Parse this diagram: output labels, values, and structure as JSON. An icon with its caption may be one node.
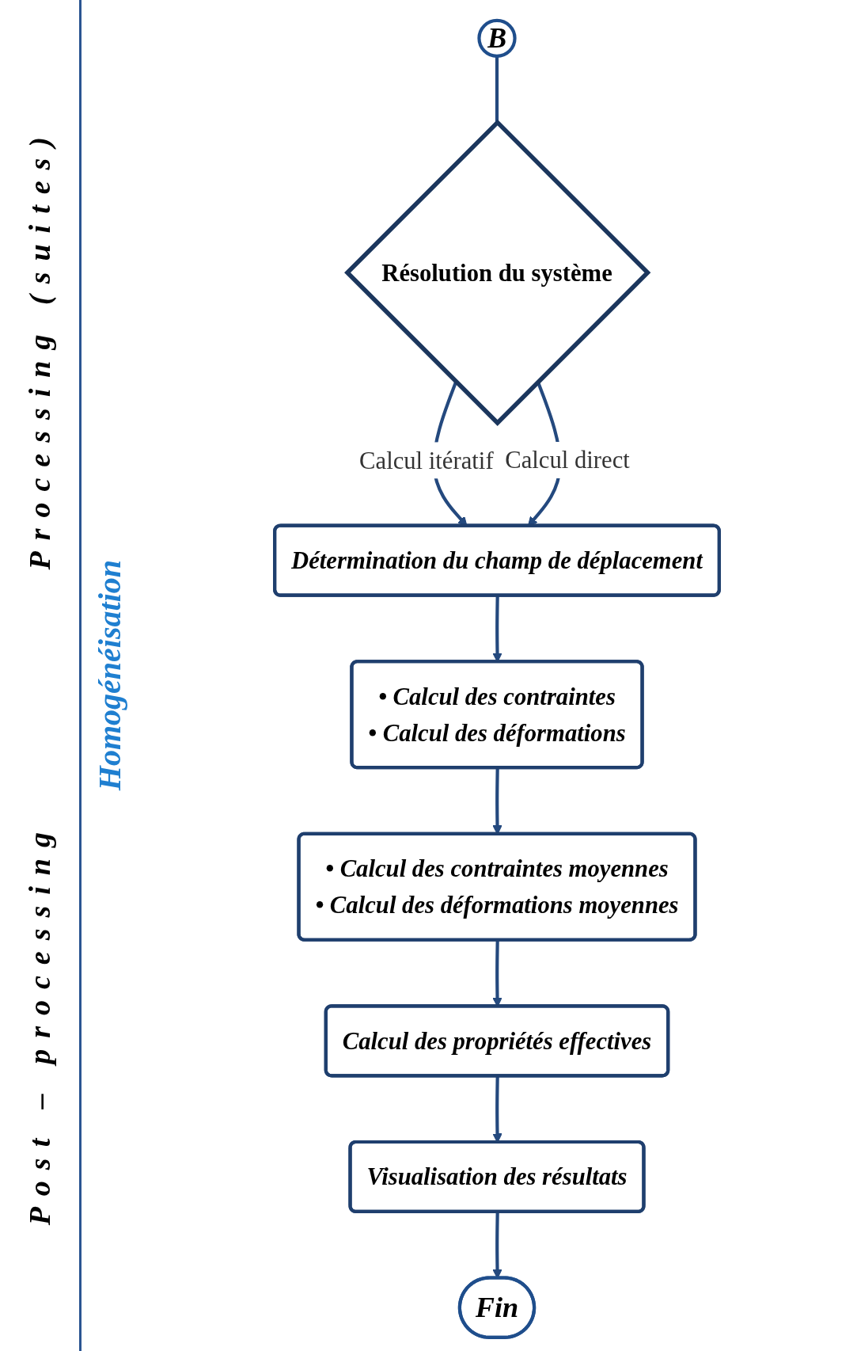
{
  "diagram": {
    "nodes": [
      {
        "text": [
          "B"
        ]
      },
      {
        "text": [
          "Résolution du système"
        ]
      },
      {
        "text": [
          "Détermination du champ de déplacement"
        ]
      },
      {
        "text": [
          "• Calcul des contraintes",
          "• Calcul des déformations"
        ]
      },
      {
        "text": [
          "• Calcul des contraintes moyennes",
          "• Calcul des déformations moyennes"
        ]
      },
      {
        "text": [
          "Calcul des propriétés effectives"
        ]
      },
      {
        "text": [
          "Visualisation des résultats"
        ]
      },
      {
        "text": [
          "Fin"
        ]
      }
    ],
    "edges": [
      {
        "from": 0,
        "to": 1,
        "arrow": "none"
      },
      {
        "from": 1,
        "to": 2,
        "arrow": "to",
        "label": "Calcul itératif"
      },
      {
        "from": 1,
        "to": 2,
        "arrow": "to",
        "label": "Calcul direct"
      },
      {
        "from": 2,
        "to": 3,
        "arrow": "to"
      },
      {
        "from": 3,
        "to": 4,
        "arrow": "to"
      },
      {
        "from": 4,
        "to": 5,
        "arrow": "to"
      },
      {
        "from": 5,
        "to": 6,
        "arrow": "to"
      },
      {
        "from": 6,
        "to": 7,
        "arrow": "to"
      }
    ],
    "labels": [
      "Processing (suites)",
      "Post – processing",
      "Homogénéisation"
    ]
  }
}
